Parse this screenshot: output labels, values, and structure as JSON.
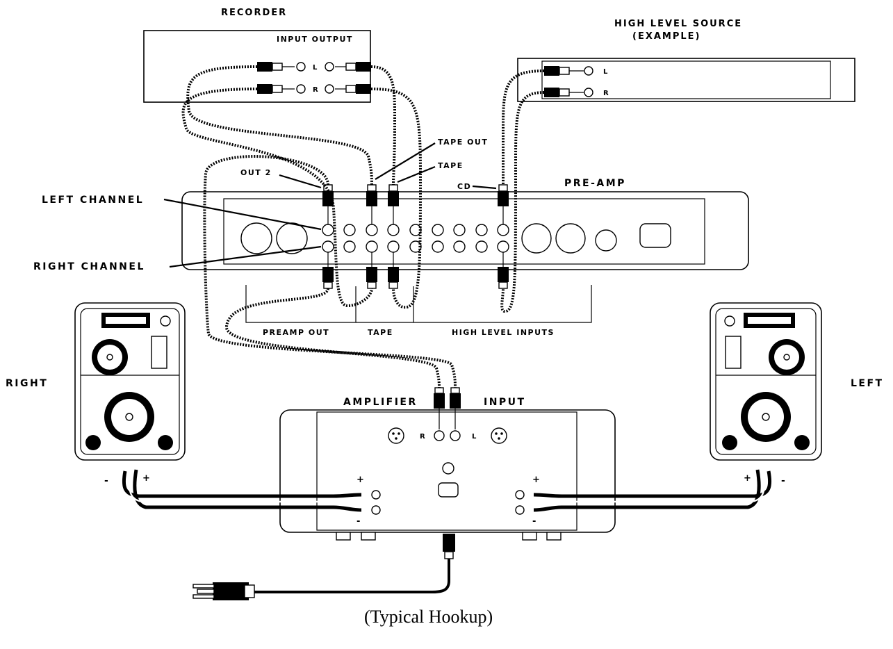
{
  "labels": {
    "recorder": "RECORDER",
    "recorder_io": "INPUT  OUTPUT",
    "high_level_source": "HIGH LEVEL SOURCE",
    "high_level_example": "(EXAMPLE)",
    "tape_out": "TAPE OUT",
    "tape_in": "TAPE",
    "out2": "OUT 2",
    "cd": "CD",
    "pre_amp": "PRE-AMP",
    "left_channel": "LEFT CHANNEL",
    "right_channel": "RIGHT CHANNEL",
    "preamp_out": "PREAMP OUT",
    "tape_group": "TAPE",
    "high_level_inputs": "HIGH LEVEL INPUTS",
    "right_speaker": "RIGHT",
    "left_speaker": "LEFT",
    "amplifier": "AMPLIFIER",
    "amp_input": "INPUT",
    "amp_r": "R",
    "amp_l": "L",
    "rec_l": "L",
    "rec_r": "R",
    "src_l": "L",
    "src_r": "R",
    "plus": "+",
    "minus": "-",
    "caption": "(Typical Hookup)"
  },
  "icons": [
    "rca-plug-icon",
    "speaker-icon",
    "power-plug-icon",
    "xlr-jack-icon"
  ]
}
